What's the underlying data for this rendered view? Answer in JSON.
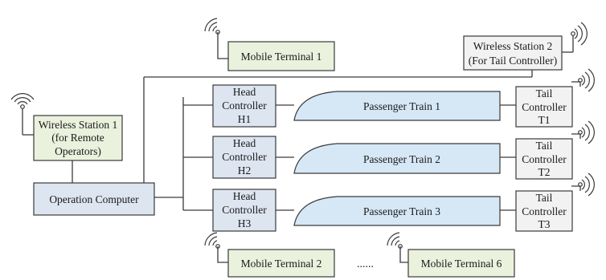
{
  "colors": {
    "green_fill": "#eaf1dd",
    "blue_fill": "#dde5f1",
    "train_fill": "#d6e7f5",
    "gray_fill": "#f2f2f2",
    "stroke": "#3a3a3a"
  },
  "mobile_terminals": [
    {
      "label": "Mobile Terminal 1"
    },
    {
      "label": "Mobile Terminal 2"
    },
    {
      "label": "Mobile Terminal 6"
    }
  ],
  "ellipsis": "......",
  "wireless_station_1": {
    "lines": [
      "Wireless Station 1",
      "(for Remote",
      "Operators)"
    ]
  },
  "wireless_station_2": {
    "lines": [
      "Wireless Station 2",
      "(For Tail Controller)"
    ]
  },
  "operation_computer": {
    "label": "Operation Computer"
  },
  "head_controllers": [
    {
      "lines": [
        "Head",
        "Controller",
        "H1"
      ]
    },
    {
      "lines": [
        "Head",
        "Controller",
        "H2"
      ]
    },
    {
      "lines": [
        "Head",
        "Controller",
        "H3"
      ]
    }
  ],
  "passenger_trains": [
    {
      "label": "Passenger Train 1"
    },
    {
      "label": "Passenger Train 2"
    },
    {
      "label": "Passenger Train 3"
    }
  ],
  "tail_controllers": [
    {
      "lines": [
        "Tail",
        "Controller",
        "T1"
      ]
    },
    {
      "lines": [
        "Tail",
        "Controller",
        "T2"
      ]
    },
    {
      "lines": [
        "Tail",
        "Controller",
        "T3"
      ]
    }
  ]
}
